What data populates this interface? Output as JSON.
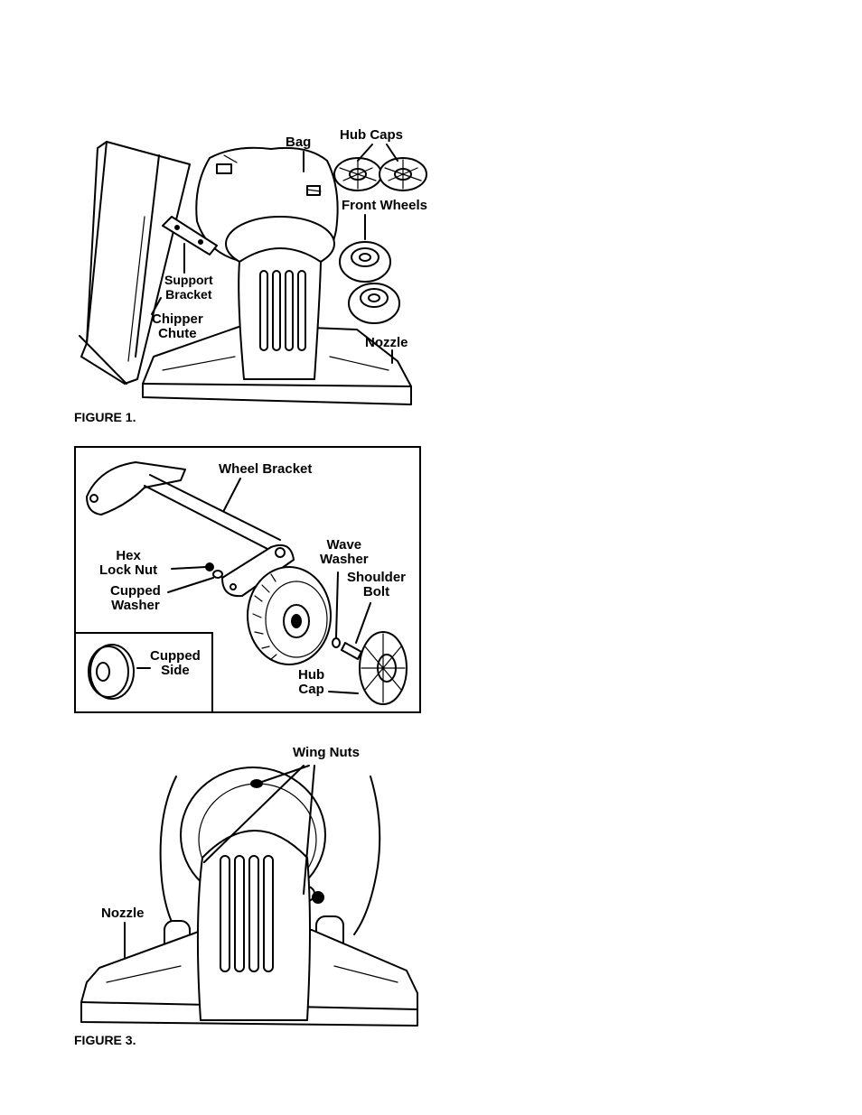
{
  "figure1": {
    "caption": "FIGURE 1.",
    "labels": {
      "bag": "Bag",
      "hub_caps": "Hub Caps",
      "front_wheels": "Front Wheels",
      "support_bracket": "Support\nBracket",
      "chipper_chute": "Chipper\nChute",
      "nozzle": "Nozzle"
    }
  },
  "figure2": {
    "labels": {
      "wheel_bracket": "Wheel Bracket",
      "hex_lock_nut": "Hex\nLock Nut",
      "cupped_washer": "Cupped\nWasher",
      "wave_washer": "Wave\nWasher",
      "shoulder_bolt": "Shoulder\nBolt",
      "cupped_side": "Cupped\nSide",
      "hub_cap": "Hub\nCap"
    }
  },
  "figure3": {
    "caption": "FIGURE 3.",
    "labels": {
      "wing_nuts": "Wing Nuts",
      "nozzle": "Nozzle"
    }
  }
}
